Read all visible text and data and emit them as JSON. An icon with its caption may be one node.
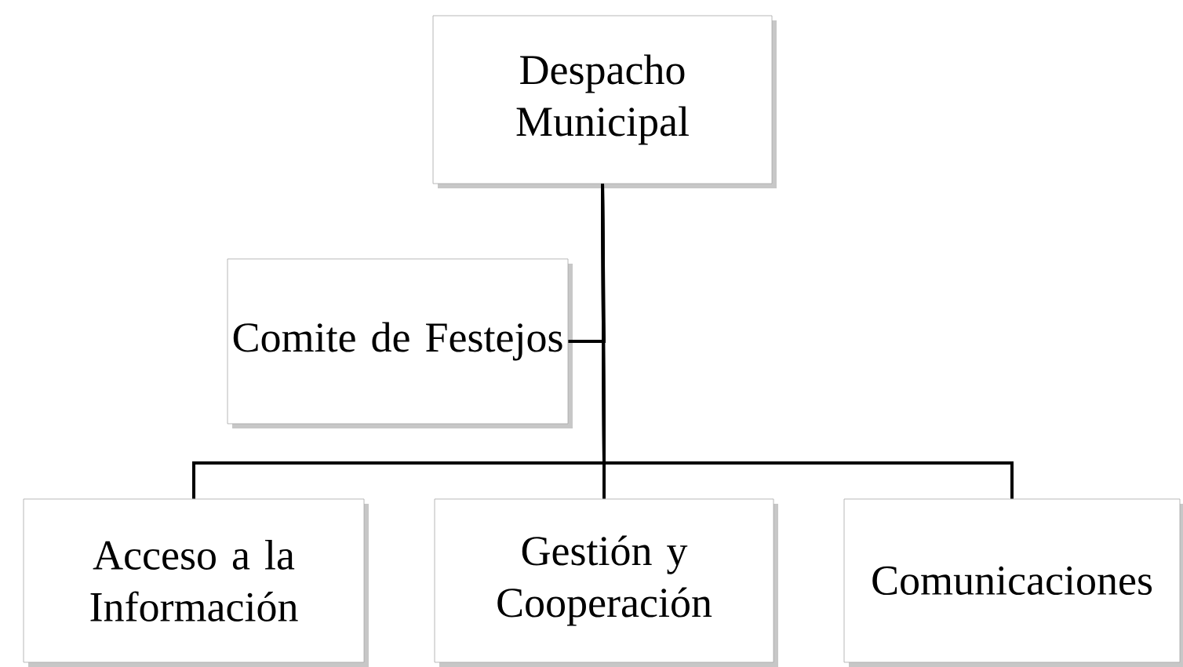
{
  "diagram": {
    "nodes": [
      {
        "text": [
          "Despacho Municipal"
        ]
      },
      {
        "text": [
          "Comite de Festejos"
        ]
      },
      {
        "text": [
          "Acceso a la Información"
        ]
      },
      {
        "text": [
          "Gestión y Cooperación"
        ]
      },
      {
        "text": [
          "Comunicaciones"
        ]
      }
    ],
    "edges": [
      {
        "from": 0,
        "to": 1,
        "arrow": "none"
      },
      {
        "from": 0,
        "to": 2,
        "arrow": "none"
      },
      {
        "from": 0,
        "to": 3,
        "arrow": "none"
      },
      {
        "from": 0,
        "to": 4,
        "arrow": "none"
      }
    ]
  }
}
